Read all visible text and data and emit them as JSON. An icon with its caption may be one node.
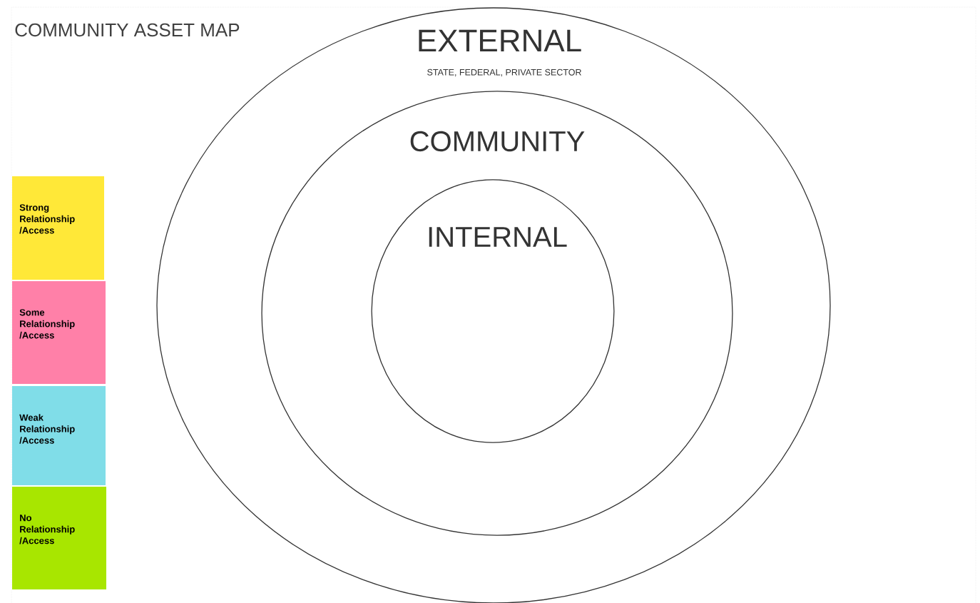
{
  "diagram": {
    "title": "COMMUNITY ASSET MAP",
    "nodes": [
      {
        "text": [
          "EXTERNAL",
          "STATE, FEDERAL, PRIVATE SECTOR"
        ]
      },
      {
        "text": [
          "COMMUNITY"
        ],
        "in": 0
      },
      {
        "text": [
          "INTERNAL"
        ],
        "in": 1
      }
    ],
    "legend": [
      {
        "text": "Strong Relationship /Access",
        "color": "#ffe838"
      },
      {
        "text": "Some Relationship /Access",
        "color": "#ff80a8"
      },
      {
        "text": "Weak Relationship /Access",
        "color": "#80dde8"
      },
      {
        "text": "No Relationship /Access",
        "color": "#a8e600"
      }
    ]
  }
}
